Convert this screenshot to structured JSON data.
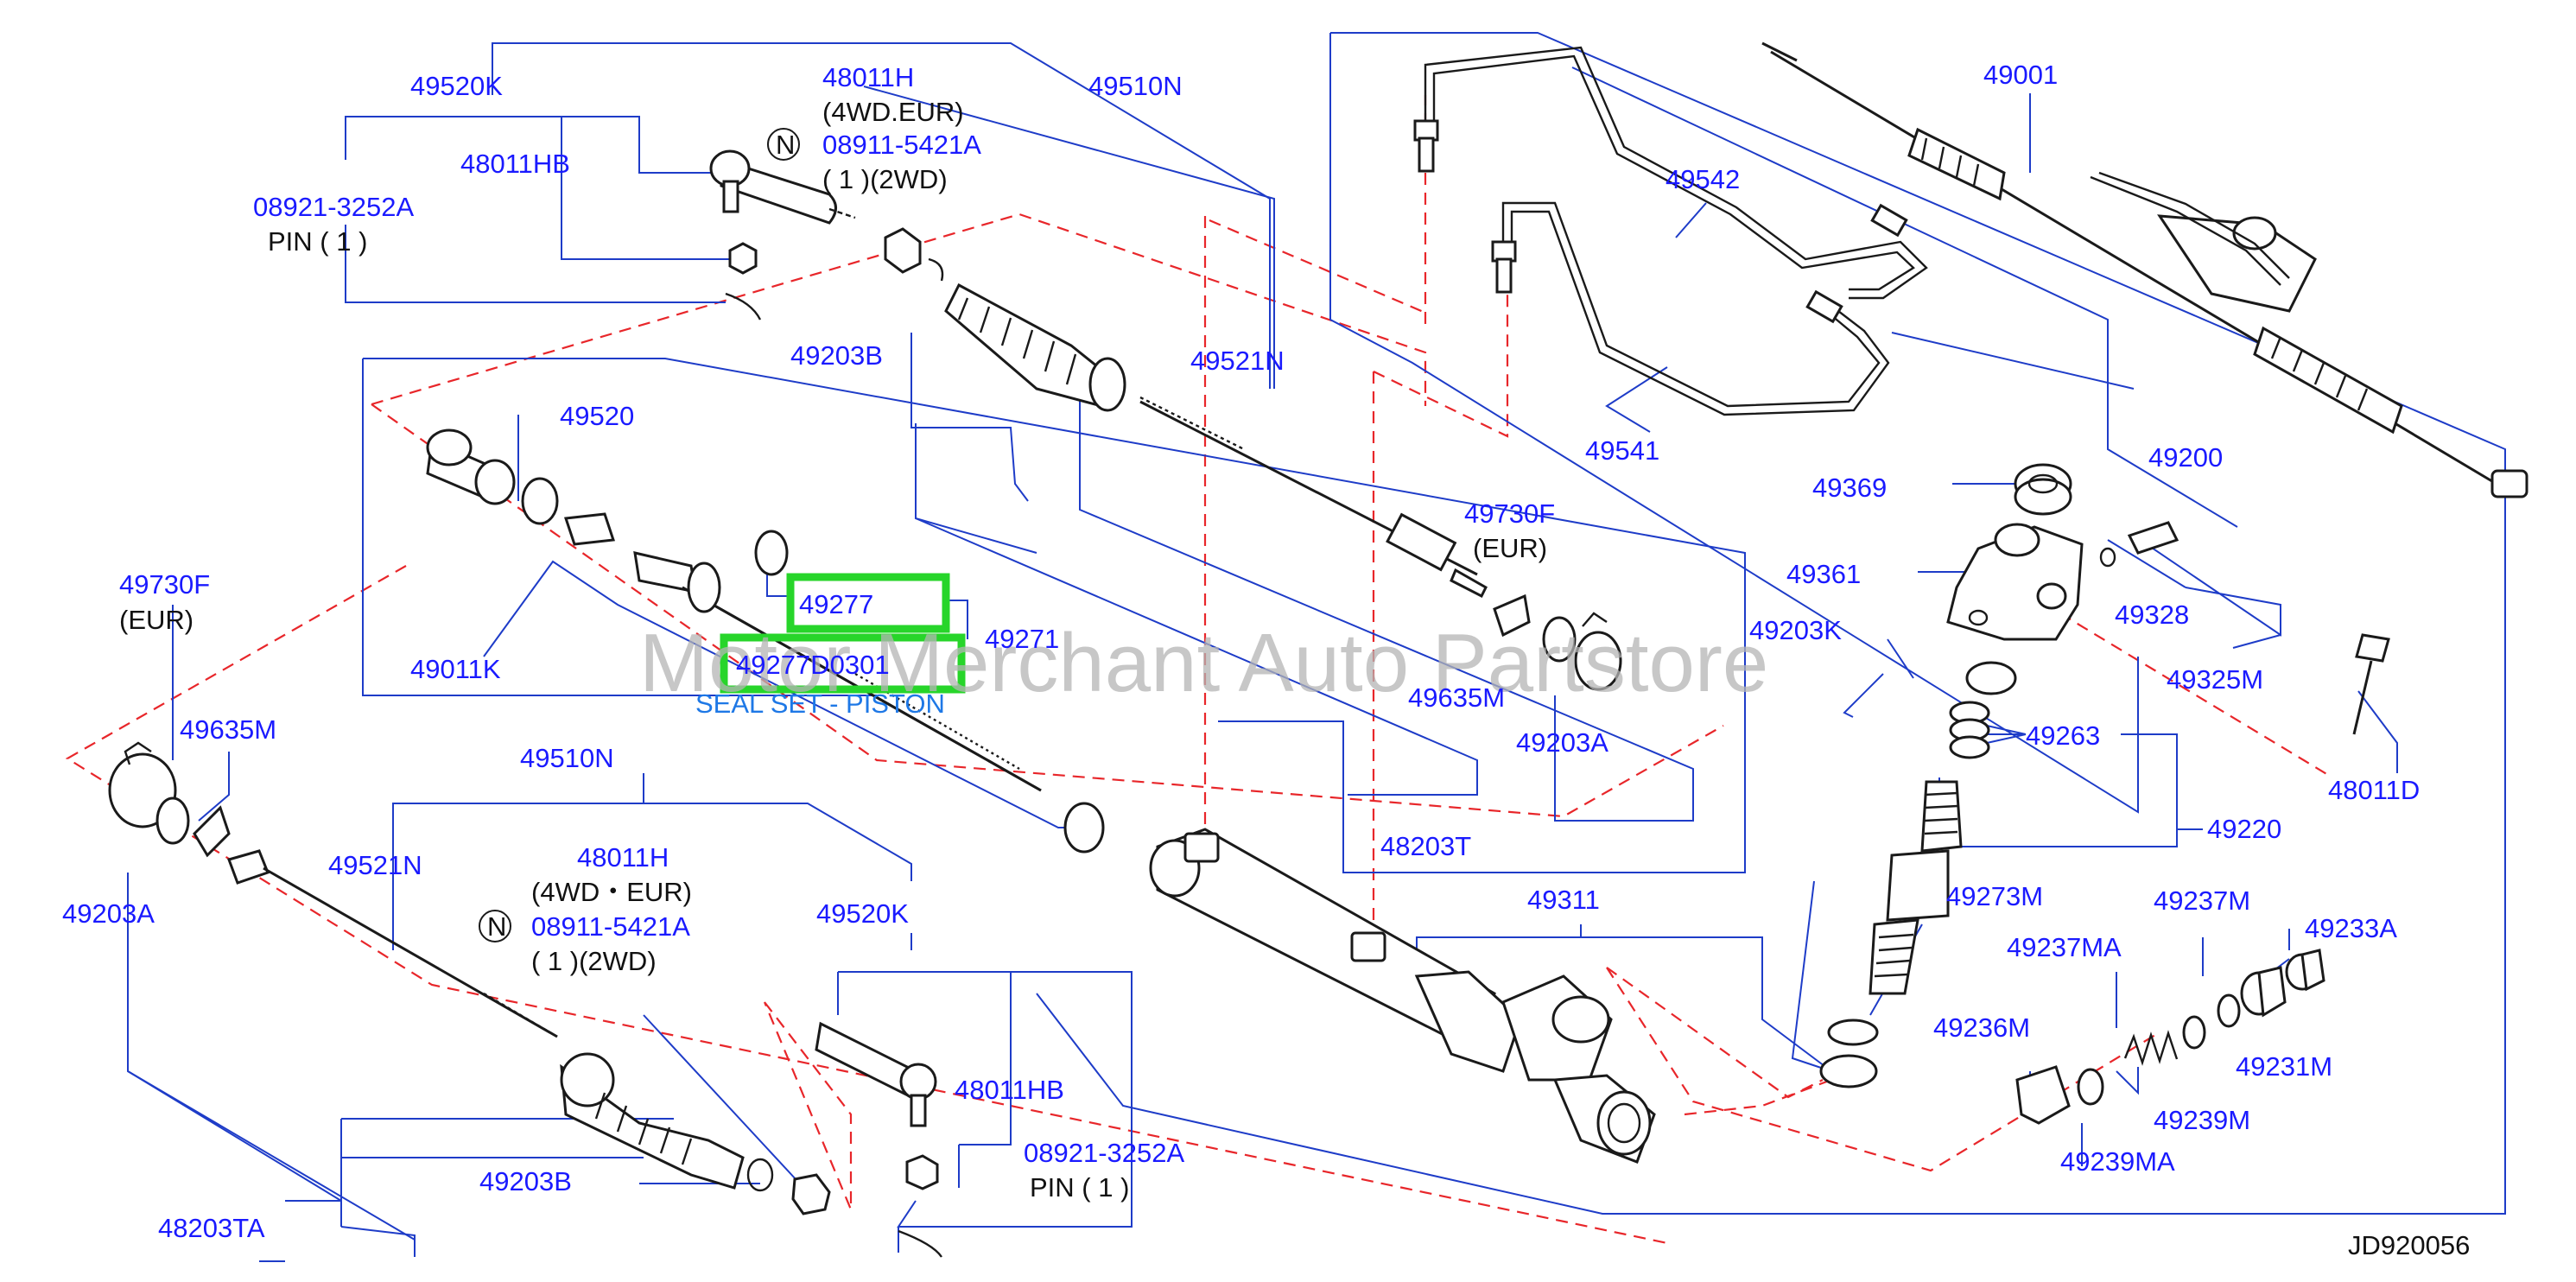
{
  "diagram": {
    "doc_id": "JD920056",
    "watermark": "Motor Merchant Auto Partstore",
    "labels": {
      "l49520K_top": "49520K",
      "l48011H_top": "48011H",
      "l4wdeur_top": "(4WD.EUR)",
      "l08911_top": "08911-5421A",
      "l1_2wd_top": "( 1 )(2WD)",
      "l49510N_top": "49510N",
      "l48011HB_top": "48011HB",
      "l08921_top": "08921-3252A",
      "lpin_top": "PIN ( 1 )",
      "l49203B_top": "49203B",
      "l49521N_top": "49521N",
      "l49520": "49520",
      "l49011K": "49011K",
      "l49277": "49277",
      "l49271": "49271",
      "l49277D0301": "49277D0301",
      "lsealset": "SEAL SET - PISTON",
      "l49730F_r": "49730F",
      "leur_r": "(EUR)",
      "l49635M_r": "49635M",
      "l49203A_r": "49203A",
      "l48203T": "48203T",
      "l49542": "49542",
      "l49541": "49541",
      "l49001": "49001",
      "l49200": "49200",
      "l49369": "49369",
      "l49361": "49361",
      "l49328": "49328",
      "l49325M": "49325M",
      "l49203K": "49203K",
      "l49263": "49263",
      "l48011D": "48011D",
      "l49220": "49220",
      "l49273M": "49273M",
      "l49311": "49311",
      "l49237M": "49237M",
      "l49237MA": "49237MA",
      "l49233A": "49233A",
      "l49231M": "49231M",
      "l49236M": "49236M",
      "l49239M": "49239M",
      "l49239MA": "49239MA",
      "l49730F_l": "49730F",
      "leur_l": "(EUR)",
      "l49635M_l": "49635M",
      "l49203A_l": "49203A",
      "l49510N_bot": "49510N",
      "l49521N_bot": "49521N",
      "l48011H_bot": "48011H",
      "l4wdeur_bot": "(4WD・EUR)",
      "l08911_bot": "08911-5421A",
      "l1_2wd_bot": "( 1 )(2WD)",
      "l49520K_bot": "49520K",
      "l48011HB_bot": "48011HB",
      "l08921_bot": "08921-3252A",
      "lpin_bot": "PIN ( 1 )",
      "l49203B_bot": "49203B",
      "l48203TA": "48203TA",
      "n_top": "N",
      "n_bot": "N"
    }
  }
}
